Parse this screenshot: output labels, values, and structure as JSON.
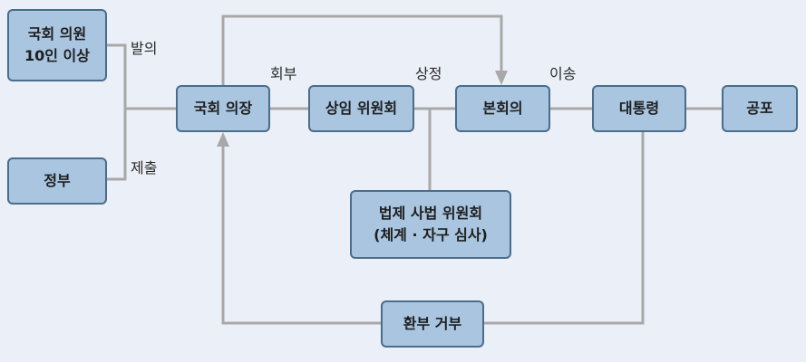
{
  "nodes": {
    "assembly_members": {
      "line1": "국회 의원",
      "line2": "10인 이상"
    },
    "government": {
      "label": "정부"
    },
    "speaker": {
      "label": "국회 의장"
    },
    "standing_committee": {
      "label": "상임 위원회"
    },
    "plenary_session": {
      "label": "본회의"
    },
    "president": {
      "label": "대통령"
    },
    "promulgation": {
      "label": "공포"
    },
    "legislation_judiciary_committee": {
      "line1": "법제 사법 위원회",
      "line2": "(체계 · 자구 심사)"
    },
    "veto": {
      "label": "환부 거부"
    }
  },
  "edge_labels": {
    "propose": "발의",
    "submit": "제출",
    "refer": "회부",
    "present": "상정",
    "transfer": "이송"
  },
  "colors": {
    "background": "#ebeff8",
    "box_fill": "#a9c5e0",
    "box_border": "#4a6d8c",
    "connector": "#a8a8a8"
  }
}
